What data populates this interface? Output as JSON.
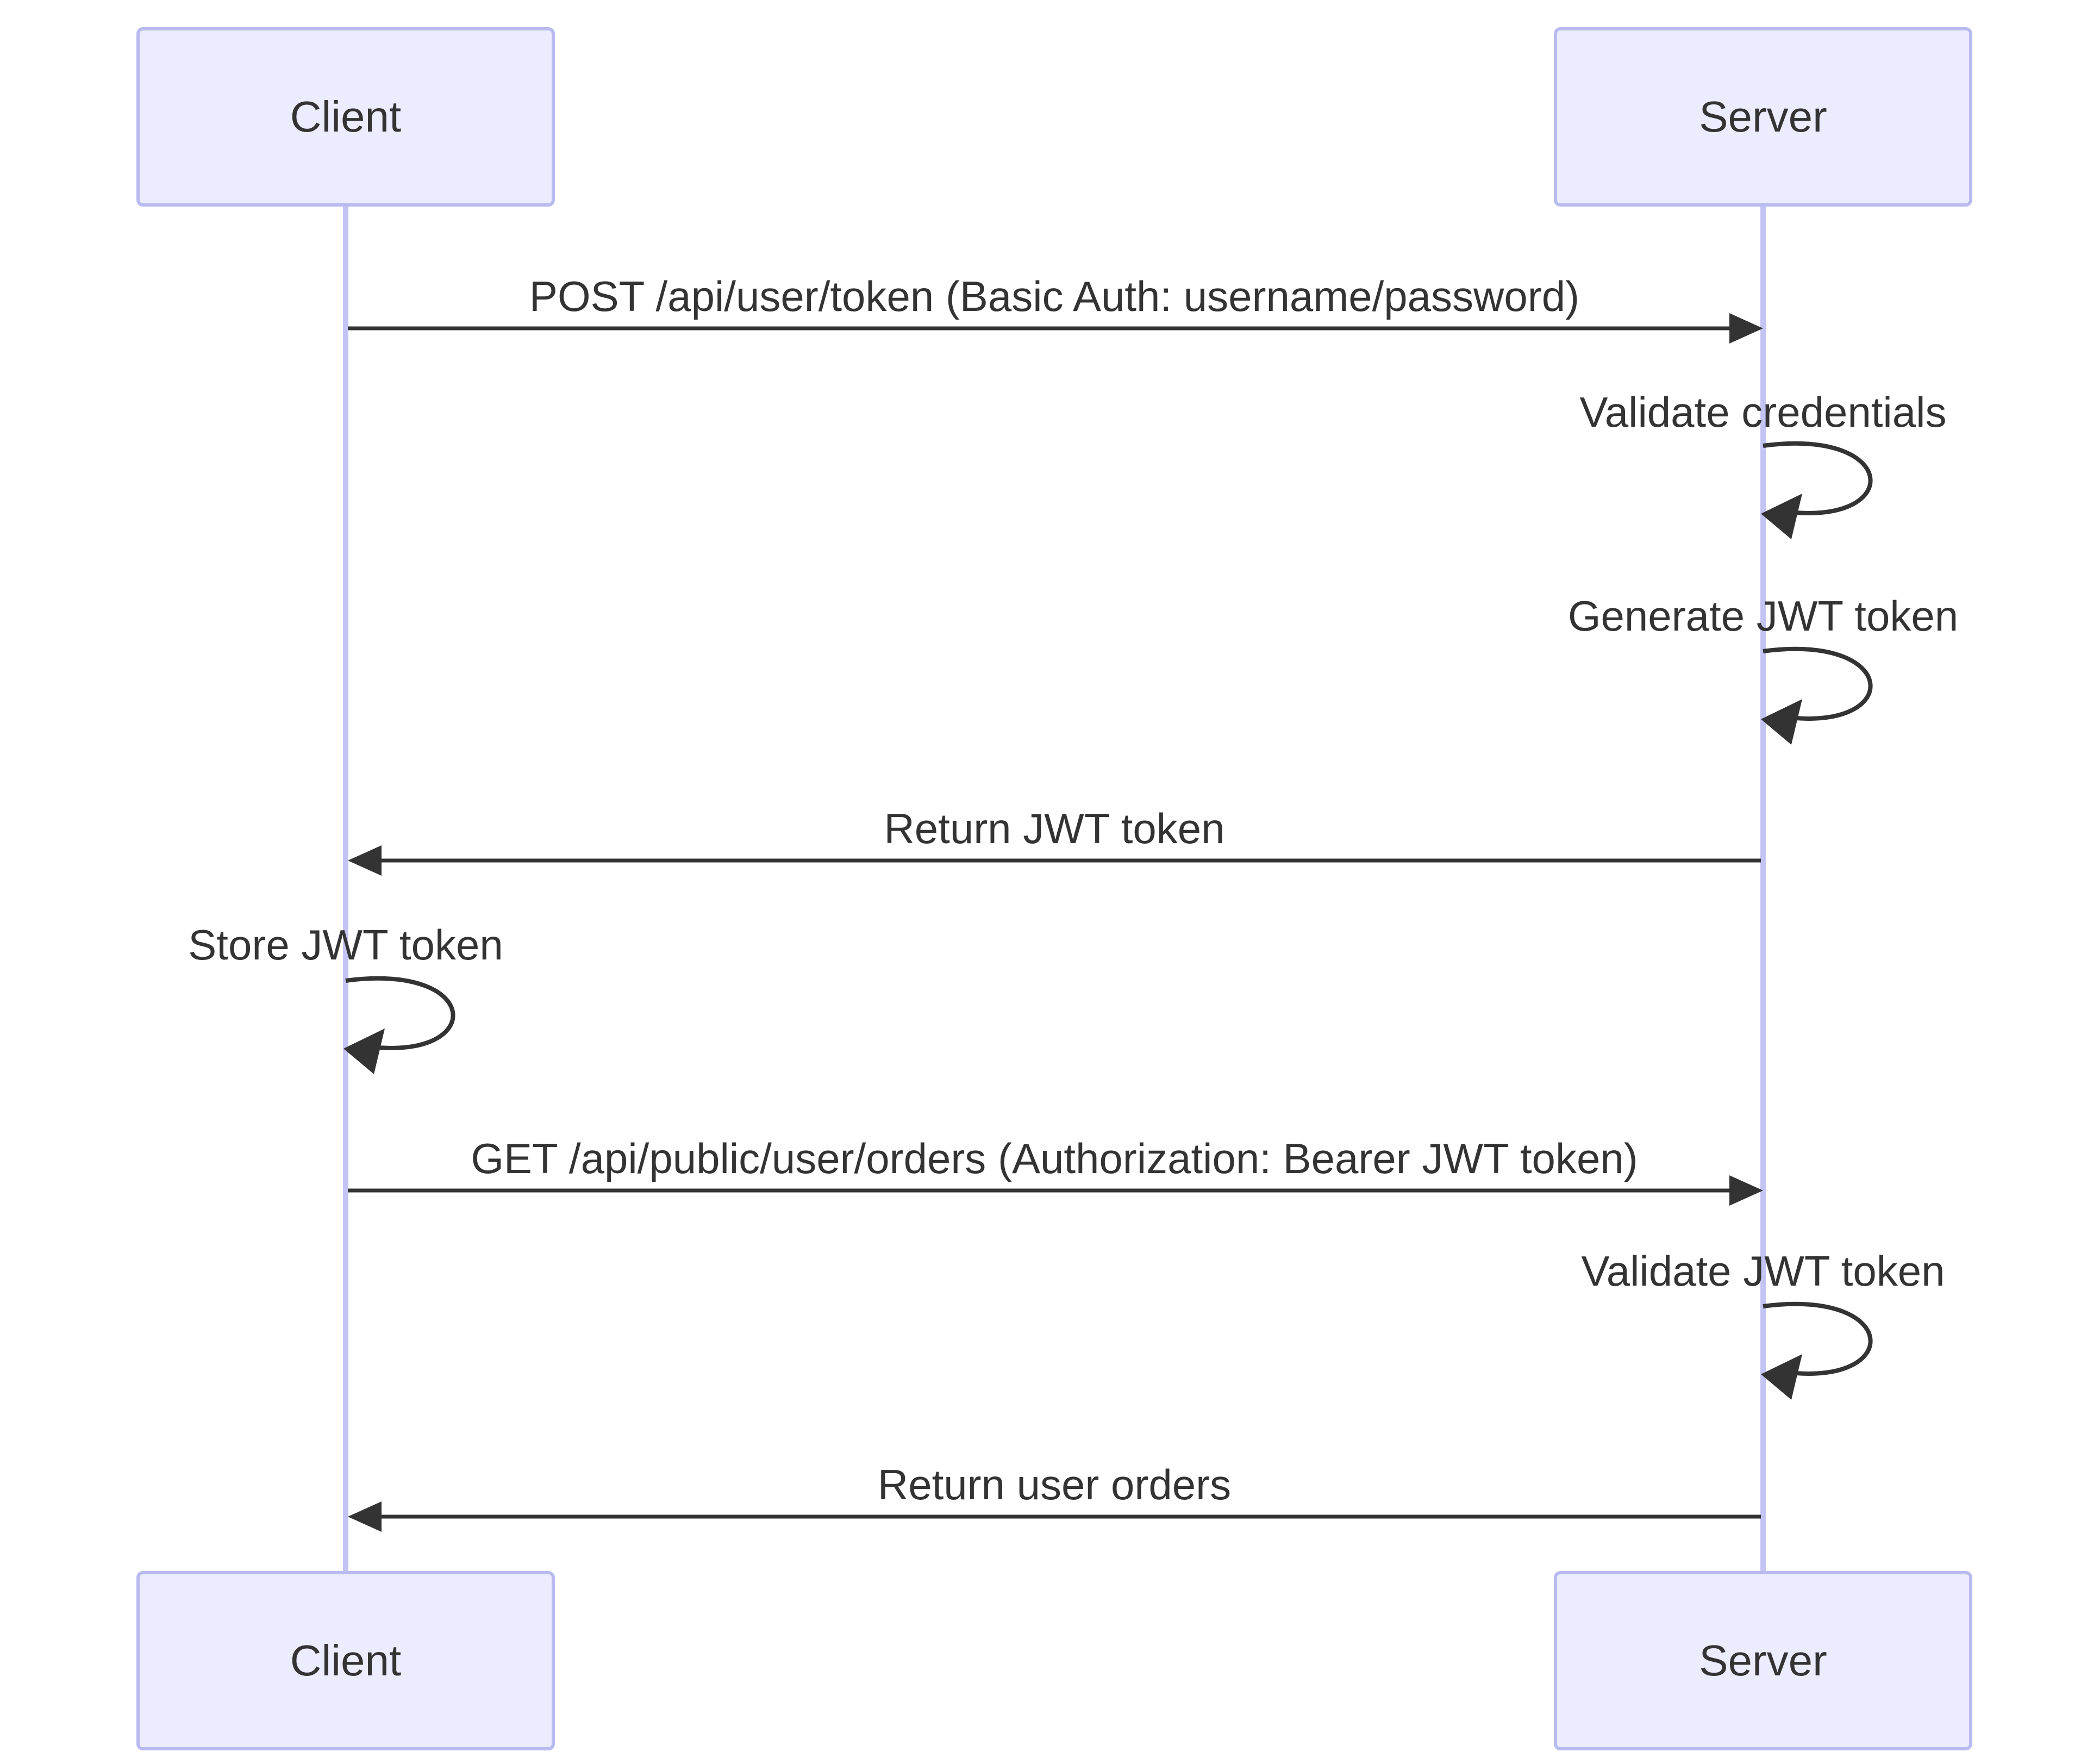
{
  "diagram": {
    "type": "sequence",
    "actors": [
      {
        "id": "client",
        "label": "Client"
      },
      {
        "id": "server",
        "label": "Server"
      }
    ],
    "messages": [
      {
        "from": "client",
        "to": "server",
        "kind": "solid-arrow",
        "label": "POST /api/user/token (Basic Auth: username/password)"
      },
      {
        "from": "server",
        "to": "server",
        "kind": "self-loop",
        "label": "Validate credentials"
      },
      {
        "from": "server",
        "to": "server",
        "kind": "self-loop",
        "label": "Generate JWT token"
      },
      {
        "from": "server",
        "to": "client",
        "kind": "solid-arrow",
        "label": "Return JWT token"
      },
      {
        "from": "client",
        "to": "client",
        "kind": "self-loop",
        "label": "Store JWT token"
      },
      {
        "from": "client",
        "to": "server",
        "kind": "solid-arrow",
        "label": "GET /api/public/user/orders (Authorization: Bearer JWT token)"
      },
      {
        "from": "server",
        "to": "server",
        "kind": "self-loop",
        "label": "Validate JWT token"
      },
      {
        "from": "server",
        "to": "client",
        "kind": "solid-arrow",
        "label": "Return user orders"
      }
    ],
    "theme": {
      "actor_fill": "#ECECFF",
      "actor_border": "#B9BAF0",
      "lifeline": "#C4C4F4",
      "line": "#333333",
      "text": "#333333",
      "background": "#FFFFFF"
    }
  }
}
